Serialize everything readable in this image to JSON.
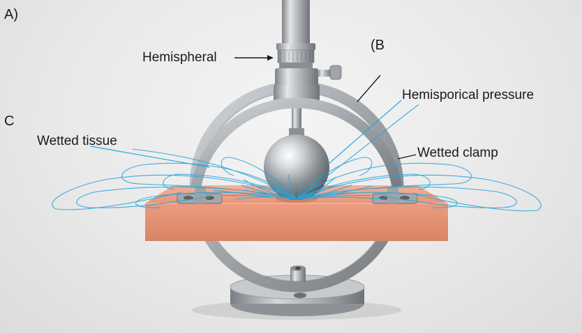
{
  "panel_labels": {
    "a": "A)",
    "b": "(B",
    "c": "C"
  },
  "callouts": {
    "hemispheral": "Hemispheral",
    "hemisporical_pressure": "Hemisporical pressure",
    "wetted_tissue": "Wetted tissue",
    "wetted_clamp": "Wetted clamp"
  },
  "colors": {
    "tissue": "#e8957a",
    "fibers": "#2aa6dc",
    "steel": "#a9aeb3",
    "background": "#eaeaea"
  }
}
